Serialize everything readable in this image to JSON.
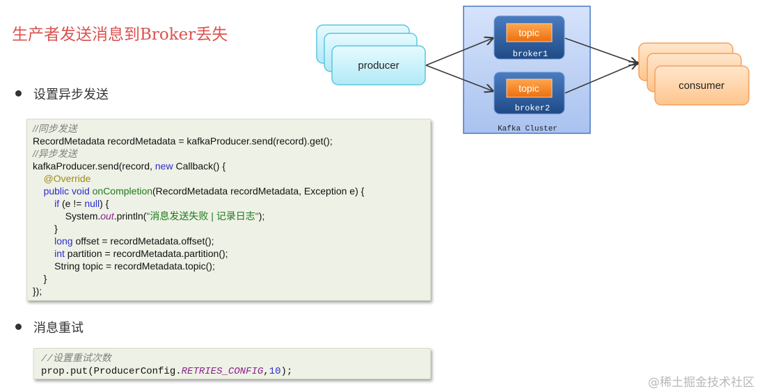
{
  "title": "生产者发送消息到Broker丢失",
  "section1": {
    "label": "设置异步发送"
  },
  "section2": {
    "label": "消息重试"
  },
  "code1": {
    "comment_sync": "//同步发送",
    "line_sync": "RecordMetadata recordMetadata = kafkaProducer.send(record).get();",
    "comment_async": "//异步发送",
    "line_send_a": "kafkaProducer.send(record, ",
    "kw_new": "new",
    "line_send_b": " Callback() {",
    "annotation": "@Override",
    "kw_public": "public",
    "kw_void": "void",
    "method_name": "onCompletion",
    "method_params": "(RecordMetadata recordMetadata, Exception e) {",
    "kw_if": "if",
    "if_a": " (e != ",
    "kw_null": "null",
    "if_b": ") {",
    "print_a": "System.",
    "print_field": "out",
    "print_b": ".println(",
    "print_string": "\"消息发送失败 | 记录日志\"",
    "print_c": ");",
    "close_if": "}",
    "kw_long": "long",
    "offset_line": " offset = recordMetadata.offset();",
    "kw_int": "int",
    "partition_line": " partition = recordMetadata.partition();",
    "topic_line": "String topic = recordMetadata.topic();",
    "close_method": "}",
    "close_all": "});"
  },
  "code2": {
    "comment": "//设置重试次数",
    "line_a": "prop.put(ProducerConfig.",
    "constant": "RETRIES_CONFIG",
    "line_b": ",",
    "number": "10",
    "line_c": ");"
  },
  "diagram": {
    "producer_label": "producer",
    "consumer_label": "consumer",
    "cluster_label": "Kafka Cluster",
    "brokers": [
      {
        "topic_label": "topic",
        "broker_label": "broker1"
      },
      {
        "topic_label": "topic",
        "broker_label": "broker2"
      }
    ],
    "colors": {
      "producer_fill": "#c8f0fa",
      "producer_stroke": "#5bc6dd",
      "consumer_fill": "#ffd4a8",
      "consumer_stroke": "#f5a05a",
      "cluster_fill": "#b8cef5",
      "cluster_stroke": "#4a78c2",
      "broker_fill": "#2e5e9e",
      "topic_fill": "#f5801e"
    }
  },
  "watermark": "@稀土掘金技术社区"
}
